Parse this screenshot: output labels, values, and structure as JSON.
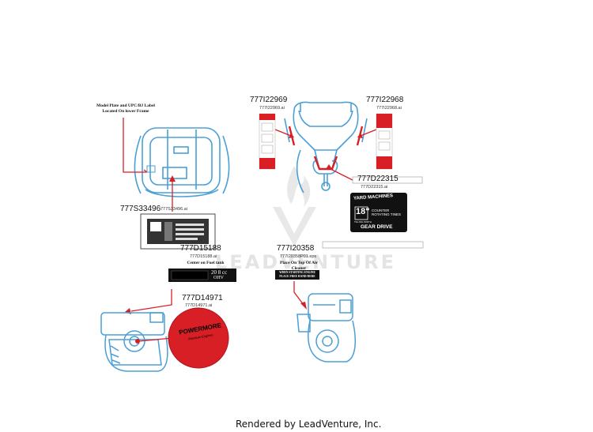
{
  "parts": [
    {
      "id": "p1",
      "number": "777I22969",
      "file": "777I22969.ai"
    },
    {
      "id": "p2",
      "number": "777I22968",
      "file": "777I22968.ai"
    },
    {
      "id": "p3",
      "number": "777S33496",
      "file": "777S33496.ai"
    },
    {
      "id": "p4",
      "number": "777D22315",
      "file": "777D22315.ai"
    },
    {
      "id": "p5",
      "number": "777D15188",
      "file": "777D15188.ai"
    },
    {
      "id": "p6",
      "number": "777I20358",
      "file": "777I20358P01.eps"
    },
    {
      "id": "p7",
      "number": "777D14971",
      "file": "777D14971.ai"
    }
  ],
  "notes": {
    "model_plate": "Model Plate and UPC/BJ Label Located On lower Frame",
    "fuel_tank": "Center on Fuel tank",
    "air_cleaner": "Place On Top Of Air Cleaner"
  },
  "decals": {
    "engine_cc": "20 8 cc",
    "engine_type": "OHV",
    "brand_line1": "YARD MACHINES",
    "tine_size": "18\"",
    "tine_unit": "TILLING WIDTH",
    "tine_desc": "COUNTER ROTATING TINES",
    "gear_drive": "GEAR DRIVE",
    "powermore_brand": "POWERMORE",
    "powermore_sub": "Premium Engines",
    "warning_line1": "WHEN STARTING ENGINE",
    "warning_line2": "PLACE FREE HAND HERE"
  },
  "watermark": "LEADVENTURE",
  "footer": "Rendered by LeadVenture, Inc.",
  "colors": {
    "outline_blue": "#4a9fd6",
    "callout_red": "#d81f26",
    "decal_black": "#111111",
    "watermark": "#e6e6e6"
  }
}
